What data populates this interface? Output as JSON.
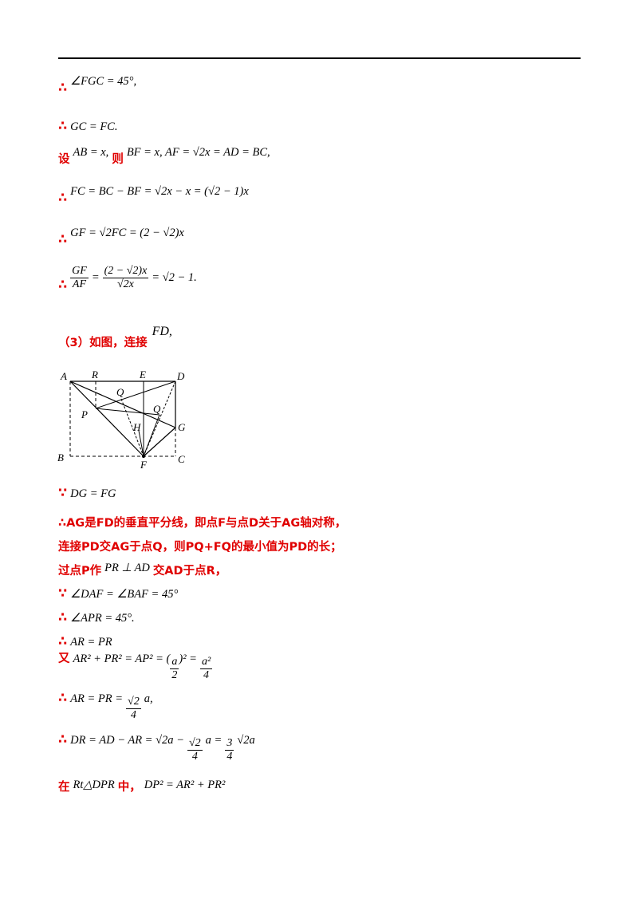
{
  "symbols": {
    "therefore": "∴",
    "because": "∵"
  },
  "lines": {
    "l1": {
      "math": "∠FGC = 45°,"
    },
    "l2": {
      "math": "GC = FC."
    },
    "l3": {
      "pre": "设",
      "math1": "AB = x,",
      "mid": "则",
      "math2": "BF = x, AF = √2x = AD = BC,"
    },
    "l4": {
      "math": "FC = BC − BF = √2x − x = (√2 − 1)x"
    },
    "l5": {
      "math": "GF = √2FC = (2 − √2)x"
    },
    "l6": {
      "f1_num": "GF",
      "f1_den": "AF",
      "eq": "=",
      "f2_num": "(2 − √2)x",
      "f2_den": "√2x",
      "tail": "= √2 − 1."
    },
    "l7": {
      "text": "（3）如图，连接",
      "math": "FD,"
    },
    "l8": {
      "math": "DG = FG"
    },
    "l9": {
      "text": "∴AG是FD的垂直平分线，即点F与点D关于AG轴对称，"
    },
    "l10": {
      "text": "连接PD交AG于点Q，则PQ+FQ的最小值为PD的长；"
    },
    "l11": {
      "pre": "过点P作",
      "math": "PR ⊥ AD",
      "post": "交AD于点R，"
    },
    "l12": {
      "math": "∠DAF = ∠BAF = 45°"
    },
    "l13": {
      "math": "∠APR = 45°."
    },
    "l14": {
      "math": "AR = PR"
    },
    "l15": {
      "pre": "又",
      "math1": "AR² + PR² = AP² = (",
      "f_num": "a",
      "f_den": "2",
      "math2": ")² =",
      "f2_num": "a²",
      "f2_den": "4"
    },
    "l16": {
      "math1": "AR = PR =",
      "f_num": "√2",
      "f_den": "4",
      "math2": "a,"
    },
    "l17": {
      "math1": "DR = AD − AR = √2a −",
      "f1_num": "√2",
      "f1_den": "4",
      "math2": "a =",
      "f2_num": "3",
      "f2_den": "4",
      "math3": "√2a"
    },
    "l18": {
      "pre": "在",
      "math1": "Rt△DPR",
      "mid": "中，",
      "math2": "DP² = AR² + PR²"
    }
  },
  "diagram": {
    "labels": {
      "A": "A",
      "R": "R",
      "E": "E",
      "D": "D",
      "Q1": "Q",
      "Q2": "Q",
      "P": "P",
      "H": "H",
      "G": "G",
      "B": "B",
      "F": "F",
      "C": "C"
    }
  }
}
